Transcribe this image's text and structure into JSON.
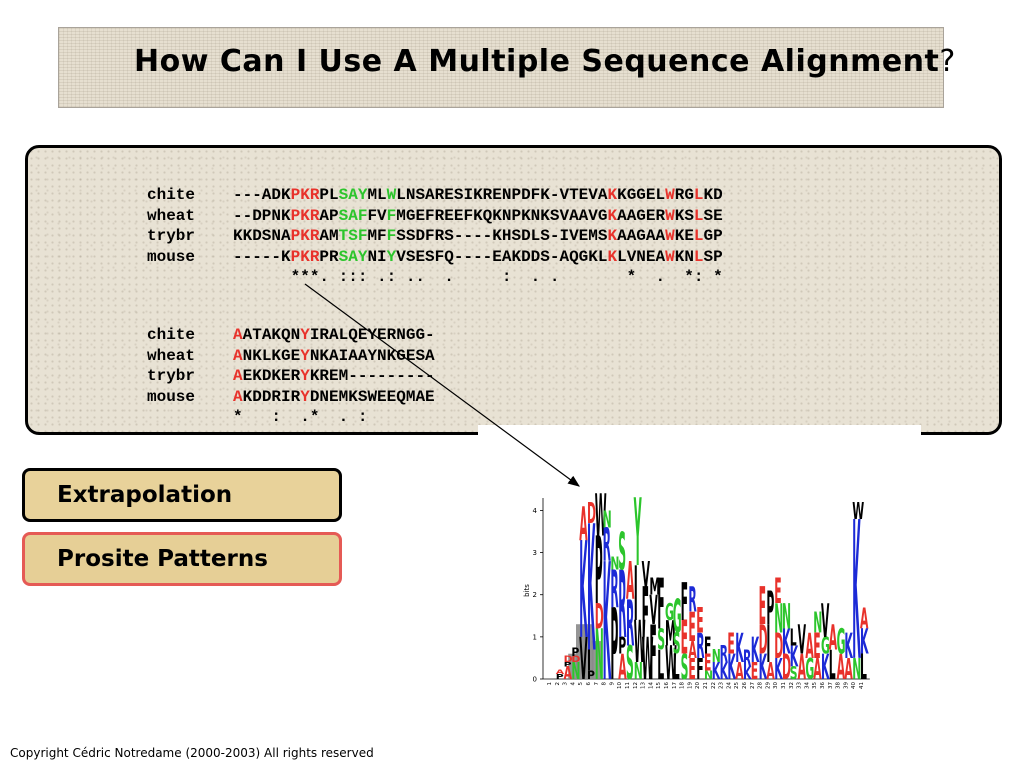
{
  "title": {
    "main": "How Can I Use A Multiple Sequence Alignment",
    "question_mark": "?"
  },
  "alignment": {
    "block1": [
      {
        "name": "chite",
        "segments": [
          {
            "t": "---ADK",
            "c": ""
          },
          {
            "t": "PKR",
            "c": "r"
          },
          {
            "t": "PL",
            "c": ""
          },
          {
            "t": "SAY",
            "c": "g"
          },
          {
            "t": "ML",
            "c": ""
          },
          {
            "t": "W",
            "c": "g"
          },
          {
            "t": "LNSARESIKRENPDFK-VTEVA",
            "c": ""
          },
          {
            "t": "K",
            "c": "r"
          },
          {
            "t": "KGGEL",
            "c": ""
          },
          {
            "t": "W",
            "c": "r"
          },
          {
            "t": "RG",
            "c": ""
          },
          {
            "t": "L",
            "c": "r"
          },
          {
            "t": "KD",
            "c": ""
          }
        ]
      },
      {
        "name": "wheat",
        "segments": [
          {
            "t": "--DPNK",
            "c": ""
          },
          {
            "t": "PKR",
            "c": "r"
          },
          {
            "t": "AP",
            "c": ""
          },
          {
            "t": "SAF",
            "c": "g"
          },
          {
            "t": "FV",
            "c": ""
          },
          {
            "t": "F",
            "c": "g"
          },
          {
            "t": "MGEFREEFKQKNPKNKSVAAVG",
            "c": ""
          },
          {
            "t": "K",
            "c": "r"
          },
          {
            "t": "AAGER",
            "c": ""
          },
          {
            "t": "W",
            "c": "r"
          },
          {
            "t": "KS",
            "c": ""
          },
          {
            "t": "L",
            "c": "r"
          },
          {
            "t": "SE",
            "c": ""
          }
        ]
      },
      {
        "name": "trybr",
        "segments": [
          {
            "t": "KKDSNA",
            "c": ""
          },
          {
            "t": "PKR",
            "c": "r"
          },
          {
            "t": "AM",
            "c": ""
          },
          {
            "t": "TSF",
            "c": "g"
          },
          {
            "t": "MF",
            "c": ""
          },
          {
            "t": "F",
            "c": "g"
          },
          {
            "t": "SSDFRS----KHSDLS-IVEMS",
            "c": ""
          },
          {
            "t": "K",
            "c": "r"
          },
          {
            "t": "AAGAA",
            "c": ""
          },
          {
            "t": "W",
            "c": "r"
          },
          {
            "t": "KE",
            "c": ""
          },
          {
            "t": "L",
            "c": "r"
          },
          {
            "t": "GP",
            "c": ""
          }
        ]
      },
      {
        "name": "mouse",
        "segments": [
          {
            "t": "-----K",
            "c": ""
          },
          {
            "t": "PKR",
            "c": "r"
          },
          {
            "t": "PR",
            "c": ""
          },
          {
            "t": "SAY",
            "c": "g"
          },
          {
            "t": "NI",
            "c": ""
          },
          {
            "t": "Y",
            "c": "g"
          },
          {
            "t": "VSESFQ----EAKDDS-AQGKL",
            "c": ""
          },
          {
            "t": "K",
            "c": "r"
          },
          {
            "t": "LVNEA",
            "c": ""
          },
          {
            "t": "W",
            "c": "r"
          },
          {
            "t": "KN",
            "c": ""
          },
          {
            "t": "L",
            "c": "r"
          },
          {
            "t": "SP",
            "c": ""
          }
        ]
      },
      {
        "name": "",
        "segments": [
          {
            "t": "      ***. ::: .: ..  .     :  . .       *  .  *: *",
            "c": ""
          }
        ]
      }
    ],
    "block2": [
      {
        "name": "chite",
        "segments": [
          {
            "t": "A",
            "c": "r"
          },
          {
            "t": "ATAKQN",
            "c": ""
          },
          {
            "t": "Y",
            "c": "r"
          },
          {
            "t": "IRALQEYERNGG-",
            "c": ""
          }
        ]
      },
      {
        "name": "wheat",
        "segments": [
          {
            "t": "A",
            "c": "r"
          },
          {
            "t": "NKLKGE",
            "c": ""
          },
          {
            "t": "Y",
            "c": "r"
          },
          {
            "t": "NKAIAAYNKGESA",
            "c": ""
          }
        ]
      },
      {
        "name": "trybr",
        "segments": [
          {
            "t": "A",
            "c": "r"
          },
          {
            "t": "EKDKER",
            "c": ""
          },
          {
            "t": "Y",
            "c": "r"
          },
          {
            "t": "KREM---------",
            "c": ""
          }
        ]
      },
      {
        "name": "mouse",
        "segments": [
          {
            "t": "A",
            "c": "r"
          },
          {
            "t": "KDDRIR",
            "c": ""
          },
          {
            "t": "Y",
            "c": "r"
          },
          {
            "t": "DNEMKSWEEQMAE",
            "c": ""
          }
        ]
      },
      {
        "name": "",
        "segments": [
          {
            "t": "*   :  .*  . :",
            "c": ""
          }
        ]
      }
    ]
  },
  "buttons": {
    "extrapolation": "Extrapolation",
    "prosite": "Prosite Patterns"
  },
  "logo": {
    "ylabel": "bits",
    "yticks": [
      "0",
      "1",
      "2",
      "3",
      "4"
    ],
    "ymax": 4.2,
    "positions": [
      "1",
      "2",
      "3",
      "4",
      "5",
      "6",
      "7",
      "8",
      "9",
      "10",
      "11",
      "12",
      "13",
      "14",
      "15",
      "16",
      "17",
      "18",
      "19",
      "20",
      "21",
      "22",
      "23",
      "24",
      "25",
      "26",
      "27",
      "28",
      "29",
      "30",
      "31",
      "32",
      "33",
      "34",
      "35",
      "36",
      "37",
      "38",
      "39",
      "40",
      "41"
    ],
    "columns": [
      [],
      [
        [
          "P",
          0.12
        ],
        [
          "A",
          0.1
        ]
      ],
      [
        [
          "A",
          0.3
        ],
        [
          "P",
          0.1
        ],
        [
          "D",
          0.15
        ]
      ],
      [
        [
          "N",
          0.4
        ],
        [
          "D",
          0.15
        ],
        [
          "P",
          0.2
        ]
      ],
      [
        [
          "V",
          1.0
        ],
        [
          "K",
          2.3
        ],
        [
          "A",
          0.8
        ]
      ],
      [
        [
          "P",
          0.2
        ],
        [
          "I",
          0.5
        ],
        [
          "K",
          3.0
        ],
        [
          "D",
          0.5
        ]
      ],
      [
        [
          "N",
          1.2
        ],
        [
          "D",
          0.6
        ],
        [
          "P",
          1.6
        ],
        [
          "W",
          1.0
        ]
      ],
      [
        [
          "K",
          2.8
        ],
        [
          "R",
          0.8
        ],
        [
          "N",
          0.4
        ]
      ],
      [
        [
          "P",
          1.7
        ],
        [
          "R",
          0.9
        ],
        [
          "N",
          0.3
        ]
      ],
      [
        [
          "A",
          0.6
        ],
        [
          "P",
          0.4
        ],
        [
          "R",
          1.6
        ],
        [
          "S",
          0.9
        ]
      ],
      [
        [
          "S",
          0.8
        ],
        [
          "R",
          1.1
        ],
        [
          "A",
          0.9
        ]
      ],
      [
        [
          "N",
          0.4
        ],
        [
          "W",
          1.0
        ],
        [
          "I",
          1.3
        ],
        [
          "Y",
          1.6
        ]
      ],
      [
        [
          "W",
          1.0
        ],
        [
          "F",
          1.2
        ],
        [
          "V",
          0.6
        ]
      ],
      [
        [
          "F",
          1.3
        ],
        [
          "V",
          0.7
        ],
        [
          "M",
          0.4
        ]
      ],
      [
        [
          "L",
          0.7
        ],
        [
          "S",
          0.5
        ],
        [
          "F",
          1.2
        ]
      ],
      [
        [
          "W",
          0.8
        ],
        [
          "M",
          0.6
        ],
        [
          "G",
          0.4
        ]
      ],
      [
        [
          "L",
          0.6
        ],
        [
          "S",
          0.5
        ],
        [
          "G",
          0.8
        ]
      ],
      [
        [
          "S",
          0.6
        ],
        [
          "E",
          0.8
        ],
        [
          "F",
          0.9
        ]
      ],
      [
        [
          "E",
          0.5
        ],
        [
          "A",
          0.4
        ],
        [
          "E",
          0.7
        ],
        [
          "R",
          0.6
        ]
      ],
      [
        [
          "F",
          0.5
        ],
        [
          "R",
          0.6
        ],
        [
          "E",
          0.6
        ]
      ],
      [
        [
          "N",
          0.2
        ],
        [
          "E",
          0.4
        ],
        [
          "F",
          0.4
        ]
      ],
      [
        [
          "K",
          0.4
        ],
        [
          "N",
          0.3
        ]
      ],
      [
        [
          "K",
          0.4
        ],
        [
          "R",
          0.4
        ]
      ],
      [
        [
          "K",
          0.6
        ],
        [
          "E",
          0.5
        ]
      ],
      [
        [
          "A",
          0.4
        ],
        [
          "K",
          0.7
        ]
      ],
      [
        [
          "K",
          0.3
        ],
        [
          "R",
          0.4
        ]
      ],
      [
        [
          "E",
          0.4
        ],
        [
          "K",
          0.6
        ]
      ],
      [
        [
          "K",
          0.6
        ],
        [
          "D",
          0.7
        ],
        [
          "E",
          0.9
        ]
      ],
      [
        [
          "A",
          0.4
        ],
        [
          "I",
          0.9
        ],
        [
          "P",
          0.8
        ]
      ],
      [
        [
          "K",
          0.5
        ],
        [
          "D",
          0.6
        ],
        [
          "N",
          0.7
        ],
        [
          "E",
          0.6
        ]
      ],
      [
        [
          "D",
          0.6
        ],
        [
          "K",
          0.6
        ],
        [
          "N",
          0.6
        ]
      ],
      [
        [
          "S",
          0.3
        ],
        [
          "K",
          0.5
        ],
        [
          "L",
          0.4
        ]
      ],
      [
        [
          "A",
          0.6
        ],
        [
          "V",
          0.7
        ]
      ],
      [
        [
          "G",
          0.5
        ],
        [
          "A",
          0.6
        ]
      ],
      [
        [
          "A",
          0.5
        ],
        [
          "E",
          0.6
        ],
        [
          "N",
          0.5
        ]
      ],
      [
        [
          "K",
          0.6
        ],
        [
          "G",
          0.4
        ],
        [
          "V",
          0.8
        ]
      ],
      [
        [
          "L",
          0.7
        ],
        [
          "A",
          0.6
        ]
      ],
      [
        [
          "A",
          0.6
        ],
        [
          "G",
          0.6
        ]
      ],
      [
        [
          "A",
          0.5
        ],
        [
          "K",
          0.6
        ]
      ],
      [
        [
          "N",
          0.5
        ],
        [
          "K",
          3.3
        ],
        [
          "W",
          0.4
        ]
      ],
      [
        [
          "L",
          0.6
        ],
        [
          "K",
          0.6
        ],
        [
          "A",
          0.5
        ]
      ]
    ]
  },
  "copyright": "Copyright Cédric Notredame (2000-2003) All rights reserved"
}
